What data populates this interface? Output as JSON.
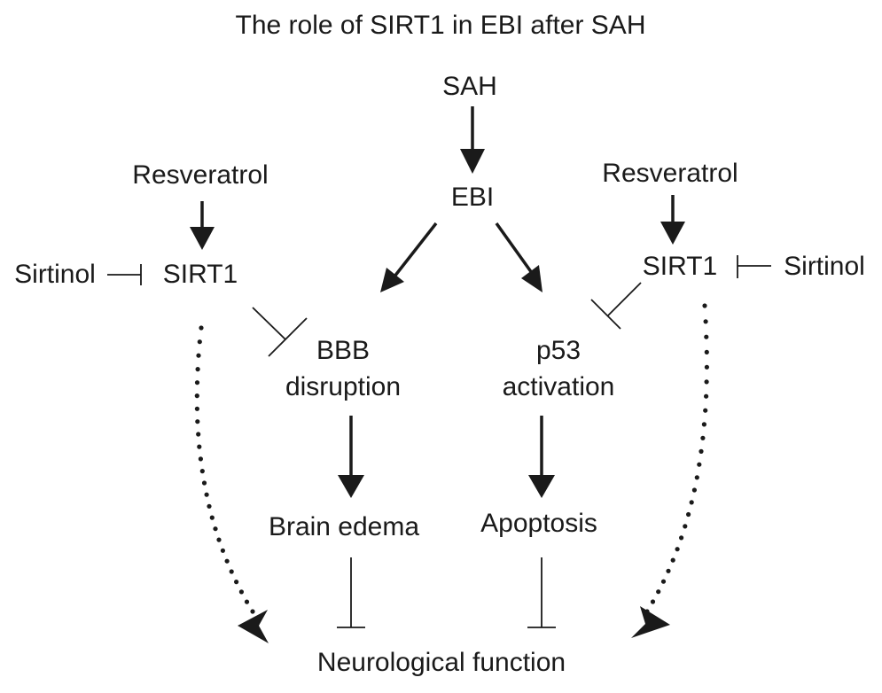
{
  "title": "The role of SIRT1 in EBI after SAH",
  "nodes": {
    "sah": "SAH",
    "ebi": "EBI",
    "resveratrol_left": "Resveratrol",
    "resveratrol_right": "Resveratrol",
    "sirt1_left": "SIRT1",
    "sirt1_right": "SIRT1",
    "sirtinol_left": "Sirtinol",
    "sirtinol_right": "Sirtinol",
    "bbb_line1": "BBB",
    "bbb_line2": "disruption",
    "p53_line1": "p53",
    "p53_line2": "activation",
    "brain_edema": "Brain edema",
    "apoptosis": "Apoptosis",
    "neuro": "Neurological function"
  },
  "edges": [
    {
      "from": "SAH",
      "to": "EBI",
      "type": "activation"
    },
    {
      "from": "EBI",
      "to": "BBB disruption",
      "type": "activation"
    },
    {
      "from": "EBI",
      "to": "p53 activation",
      "type": "activation"
    },
    {
      "from": "Resveratrol",
      "to": "SIRT1 (left)",
      "type": "activation"
    },
    {
      "from": "Resveratrol",
      "to": "SIRT1 (right)",
      "type": "activation"
    },
    {
      "from": "Sirtinol",
      "to": "SIRT1 (left)",
      "type": "inhibition"
    },
    {
      "from": "Sirtinol",
      "to": "SIRT1 (right)",
      "type": "inhibition"
    },
    {
      "from": "SIRT1 (left)",
      "to": "BBB disruption",
      "type": "inhibition"
    },
    {
      "from": "SIRT1 (right)",
      "to": "p53 activation",
      "type": "inhibition"
    },
    {
      "from": "BBB disruption",
      "to": "Brain edema",
      "type": "activation"
    },
    {
      "from": "p53 activation",
      "to": "Apoptosis",
      "type": "activation"
    },
    {
      "from": "Brain edema",
      "to": "Neurological function",
      "type": "inhibition"
    },
    {
      "from": "Apoptosis",
      "to": "Neurological function",
      "type": "inhibition"
    },
    {
      "from": "SIRT1 (left)",
      "to": "Neurological function",
      "type": "dotted-activation"
    },
    {
      "from": "SIRT1 (right)",
      "to": "Neurological function",
      "type": "dotted-activation"
    }
  ]
}
